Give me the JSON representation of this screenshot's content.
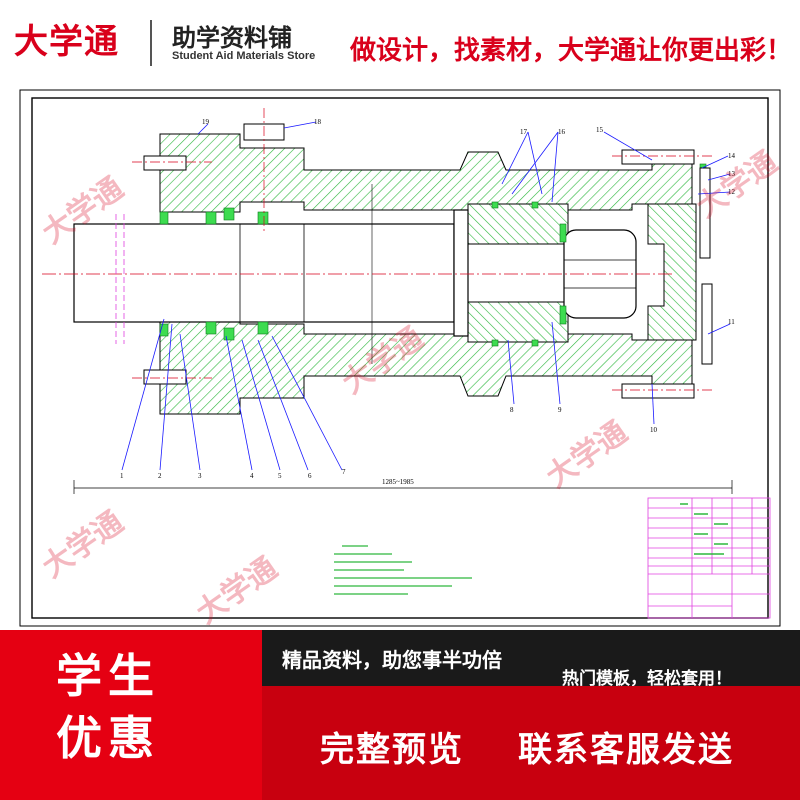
{
  "header": {
    "brand": "大学通",
    "store_name_cn": "助学资料铺",
    "store_name_en": "Student Aid Materials Store",
    "slogan": "做设计，找素材，大学通让你更出彩！"
  },
  "drawing": {
    "part_numbers": [
      "1",
      "2",
      "3",
      "4",
      "5",
      "6",
      "7",
      "8",
      "9",
      "10",
      "11",
      "12",
      "13",
      "14",
      "15",
      "16",
      "17",
      "18",
      "19"
    ],
    "dimension_label": "1285~1985",
    "tech_requirements_lines": 6
  },
  "watermark": "大学通",
  "footer": {
    "badge_line1": "学生",
    "badge_line2": "优惠",
    "feature1": "精品资料，助您事半功倍",
    "feature2": "热门模板，轻松套用！",
    "cta_left": "完整预览",
    "cta_right": "联系客服发送"
  },
  "colors": {
    "brand_red": "#d9001b",
    "hatch_green": "#2db83d",
    "fill_green": "#3ddc50",
    "line_blue": "#1a1aff",
    "title_block_magenta": "#e040e0"
  }
}
